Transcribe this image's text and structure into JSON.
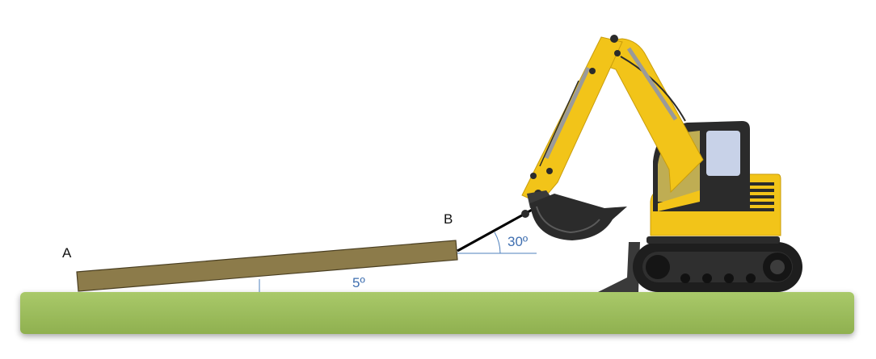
{
  "labels": {
    "point_a": "A",
    "point_b": "B",
    "beam_angle": "5º",
    "cable_angle": "30º"
  },
  "colors": {
    "ground": "#9bbb59",
    "beam_fill": "#8c7b4a",
    "beam_stroke": "#4a3f22",
    "cable": "#000000",
    "angle_lines": "#4f81bd",
    "excavator_yellow": "#f2c419",
    "excavator_dark": "#2b2b2b"
  },
  "icons": {
    "machine": "excavator-icon"
  }
}
